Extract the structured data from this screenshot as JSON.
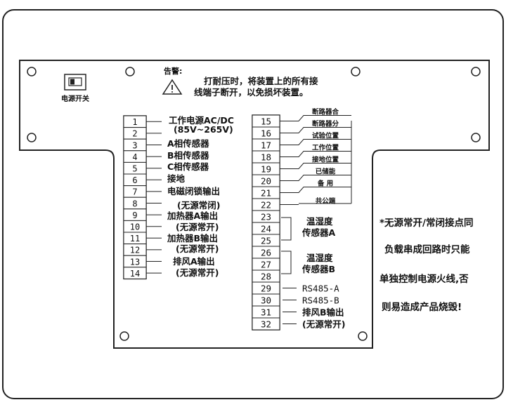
{
  "switch_label": "电源开关",
  "warning": {
    "title": "告警:",
    "line1": "打耐压时，将装置上的所有接",
    "line2": "线端子断开，以免损坏装置。"
  },
  "left_terminals": [
    {
      "num": "1",
      "label": "工作电源AC/DC"
    },
    {
      "num": "2",
      "label": "(85V~265V)"
    },
    {
      "num": "3",
      "label": "A相传感器"
    },
    {
      "num": "4",
      "label": "B相传感器"
    },
    {
      "num": "5",
      "label": "C相传感器"
    },
    {
      "num": "6",
      "label": "接地"
    },
    {
      "num": "7",
      "label": "电磁闭锁输出"
    },
    {
      "num": "8",
      "label": "(无源常闭)"
    },
    {
      "num": "9",
      "label": "加热器A输出"
    },
    {
      "num": "10",
      "label": "(无源常开)"
    },
    {
      "num": "11",
      "label": "加热器B输出"
    },
    {
      "num": "12",
      "label": "(无源常开)"
    },
    {
      "num": "13",
      "label": "排风A输出"
    },
    {
      "num": "14",
      "label": "(无源常开)"
    }
  ],
  "right_terminals": [
    {
      "num": "15",
      "label": "断路器合"
    },
    {
      "num": "16",
      "label": "断路器分"
    },
    {
      "num": "17",
      "label": "试验位置"
    },
    {
      "num": "18",
      "label": "工作位置"
    },
    {
      "num": "19",
      "label": "接地位置"
    },
    {
      "num": "20",
      "label": "已储能"
    },
    {
      "num": "21",
      "label": "备  用"
    },
    {
      "num": "22",
      "label": "共公端"
    },
    {
      "num": "23",
      "label": ""
    },
    {
      "num": "24",
      "label": ""
    },
    {
      "num": "25",
      "label": ""
    },
    {
      "num": "26",
      "label": ""
    },
    {
      "num": "27",
      "label": ""
    },
    {
      "num": "28",
      "label": ""
    },
    {
      "num": "29",
      "label": "RS485-A"
    },
    {
      "num": "30",
      "label": "RS485-B"
    },
    {
      "num": "31",
      "label": "排风B输出"
    },
    {
      "num": "32",
      "label": "(无源常开)"
    }
  ],
  "sensor_groups": [
    {
      "line1": "温湿度",
      "line2": "传感器A"
    },
    {
      "line1": "温湿度",
      "line2": "传感器B"
    }
  ],
  "notice": [
    "*无源常开/常闭接点同",
    "负载串成回路时只能",
    "单独控制电源火线,否",
    "则易造成产品烧毁!"
  ]
}
